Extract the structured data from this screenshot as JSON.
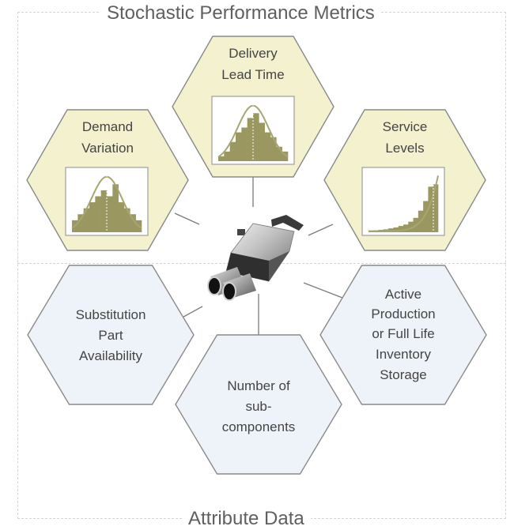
{
  "top_section": {
    "title": "Stochastic Performance Metrics"
  },
  "bottom_section": {
    "title": "Attribute Data"
  },
  "metrics": [
    {
      "id": "demand-variation",
      "lines": [
        "Demand",
        "Variation"
      ],
      "histogram": [
        2,
        3,
        4,
        5,
        6,
        7,
        6,
        8,
        5,
        4,
        3,
        2
      ],
      "curve": "bell"
    },
    {
      "id": "delivery-lead-time",
      "lines": [
        "Delivery",
        "Lead Time"
      ],
      "histogram": [
        1,
        2,
        4,
        6,
        7,
        9,
        10,
        8,
        6,
        5,
        3,
        2
      ],
      "curve": "bell"
    },
    {
      "id": "service-levels",
      "lines": [
        "Service",
        "Levels"
      ],
      "histogram": [
        0.3,
        0.4,
        0.5,
        0.6,
        0.8,
        1,
        1.3,
        1.6,
        2.2,
        3,
        4.5,
        6.5,
        9.5,
        10
      ],
      "curve": "exponential"
    }
  ],
  "attributes": [
    {
      "id": "substitution-part-availability",
      "lines": [
        "Substitution",
        "Part",
        "Availability"
      ]
    },
    {
      "id": "number-of-subcomponents",
      "lines": [
        "Number of",
        "sub-",
        "components"
      ]
    },
    {
      "id": "active-production",
      "lines": [
        "Active",
        "Production",
        "or Full Life",
        "Inventory",
        "Storage"
      ]
    }
  ],
  "colors": {
    "metric_fill": "#f4f1cf",
    "attribute_fill": "#eef3f9",
    "hex_stroke": "#8a8a8a",
    "bar_fill": "#9a9760",
    "curve_stroke": "#a7a673",
    "label_text": "#444444",
    "frame_dash": "#d4d4d4"
  },
  "center_image": {
    "icon": "muffler-icon"
  }
}
